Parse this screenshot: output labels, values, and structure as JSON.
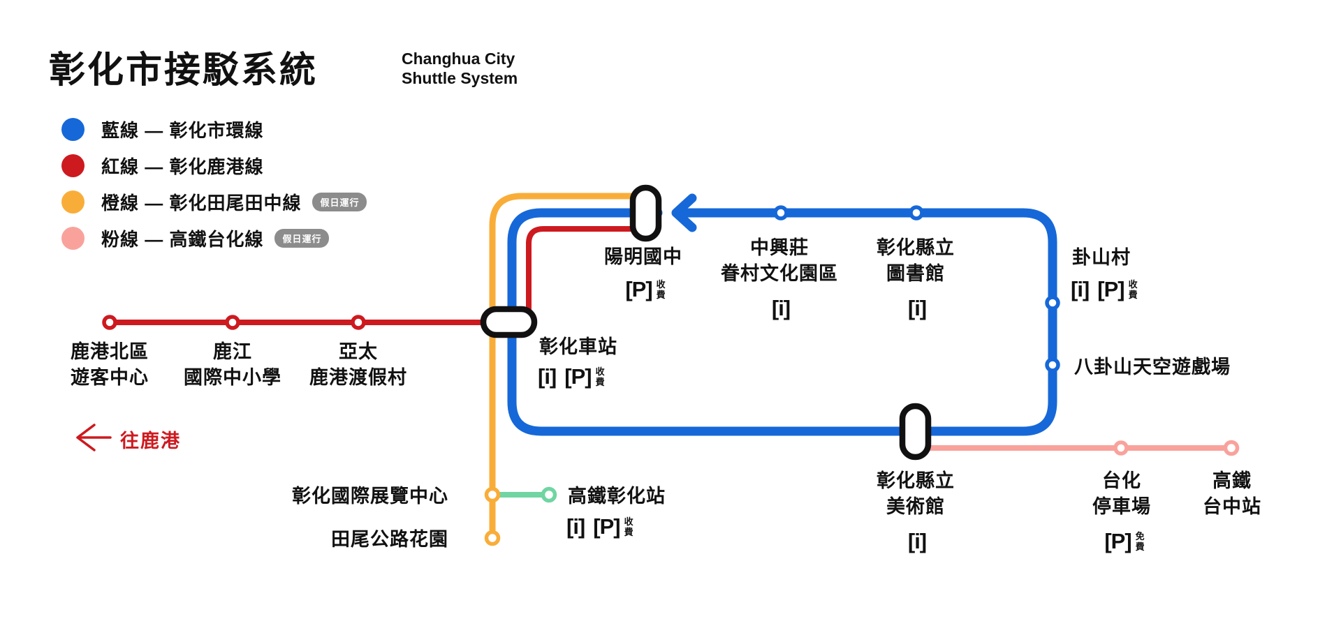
{
  "title": {
    "zh": "彰化市接駁系統",
    "en": "Changhua City\nShuttle System"
  },
  "colors": {
    "blue": "#1668d8",
    "red": "#cd1a1f",
    "orange": "#f9ad39",
    "pink": "#f9a29c",
    "green": "#70d5a2",
    "black": "#111111",
    "white": "#ffffff",
    "badge_gray": "#8c8c8c"
  },
  "legend": {
    "items": [
      {
        "line": "藍線 — 彰化市環線",
        "color": "#1668d8",
        "badge": ""
      },
      {
        "line": "紅線 — 彰化鹿港線",
        "color": "#cd1a1f",
        "badge": ""
      },
      {
        "line": "橙線 — 彰化田尾田中線",
        "color": "#f9ad39",
        "badge": "假日運行"
      },
      {
        "line": "粉線 — 高鐵台化線",
        "color": "#f9a29c",
        "badge": "假日運行"
      }
    ]
  },
  "icons": {
    "info": "[i]",
    "parking": "[P]",
    "paid": "收\n費",
    "free": "免\n費"
  },
  "direction": {
    "to_lukang": "往鹿港"
  },
  "stations": {
    "lugang_north": {
      "name": "鹿港北區\n遊客中心"
    },
    "lujiang": {
      "name": "鹿江\n國際中小學"
    },
    "yatai": {
      "name": "亞太\n鹿港渡假村"
    },
    "yangming": {
      "name": "陽明國中"
    },
    "changhua_station": {
      "name": "彰化車站"
    },
    "zhongxing": {
      "name": "中興莊\n眷村文化園區"
    },
    "library": {
      "name": "彰化縣立\n圖書館"
    },
    "guashan": {
      "name": "卦山村"
    },
    "sky_playground": {
      "name": "八卦山天空遊戲場"
    },
    "art_museum": {
      "name": "彰化縣立\n美術館"
    },
    "taihua_parking": {
      "name": "台化\n停車場"
    },
    "hsr_taichung": {
      "name": "高鐵\n台中站"
    },
    "expo_center": {
      "name": "彰化國際展覽中心"
    },
    "tianwei": {
      "name": "田尾公路花園"
    },
    "hsr_changhua": {
      "name": "高鐵彰化站"
    }
  }
}
